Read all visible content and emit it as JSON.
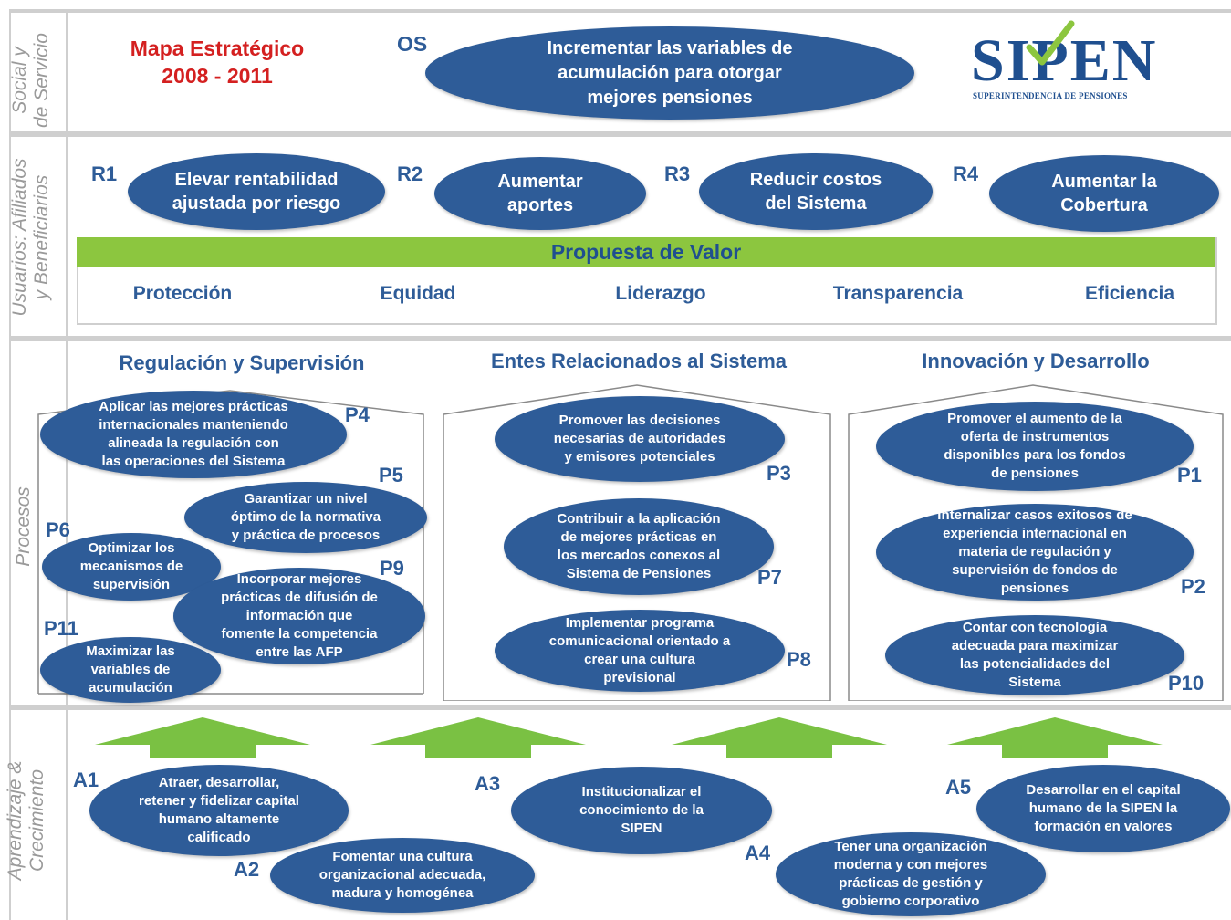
{
  "band_labels": {
    "social": [
      "Social y",
      "de Servicio"
    ],
    "usuarios": [
      "Usuarios: Afiliados",
      "y Beneficiarios"
    ],
    "procesos": [
      "Procesos"
    ],
    "aprendizaje": [
      "Aprendizaje &",
      "Crecimiento"
    ]
  },
  "header": {
    "title_line1": "Mapa Estratégico",
    "title_line2": "2008 - 2011",
    "os_code": "OS",
    "os_text": [
      "Incrementar las variables de",
      "acumulación para otorgar",
      "mejores pensiones"
    ],
    "logo_text": "SIPEN",
    "logo_sub": "SUPERINTENDENCIA DE PENSIONES"
  },
  "results": [
    {
      "code": "R1",
      "lines": [
        "Elevar rentabilidad",
        "ajustada por riesgo"
      ]
    },
    {
      "code": "R2",
      "lines": [
        "Aumentar",
        "aportes"
      ]
    },
    {
      "code": "R3",
      "lines": [
        "Reducir costos",
        "del Sistema"
      ]
    },
    {
      "code": "R4",
      "lines": [
        "Aumentar la",
        "Cobertura"
      ]
    }
  ],
  "value_proposition": {
    "title": "Propuesta de Valor",
    "items": [
      "Protección",
      "Equidad",
      "Liderazgo",
      "Transparencia",
      "Eficiencia"
    ]
  },
  "process_sections": [
    "Regulación y Supervisión",
    "Entes Relacionados al Sistema",
    "Innovación y Desarrollo"
  ],
  "processes": {
    "P4": {
      "code": "P4",
      "lines": [
        "Aplicar las mejores prácticas",
        "internacionales manteniendo",
        "alineada la regulación con",
        "las operaciones del Sistema"
      ]
    },
    "P5": {
      "code": "P5",
      "lines": [
        "Garantizar un nivel",
        "óptimo de la normativa",
        "y práctica de procesos"
      ]
    },
    "P6": {
      "code": "P6",
      "lines": [
        "Optimizar los",
        "mecanismos de",
        "supervisión"
      ]
    },
    "P9": {
      "code": "P9",
      "lines": [
        "Incorporar mejores",
        "prácticas de difusión de",
        "información que",
        "fomente la competencia",
        "entre las AFP"
      ]
    },
    "P11": {
      "code": "P11",
      "lines": [
        "Maximizar las",
        "variables de",
        "acumulación"
      ]
    },
    "P3": {
      "code": "P3",
      "lines": [
        "Promover las decisiones",
        "necesarias de autoridades",
        "y emisores potenciales"
      ]
    },
    "P7": {
      "code": "P7",
      "lines": [
        "Contribuir a la aplicación",
        "de mejores prácticas en",
        "los mercados conexos al",
        "Sistema de Pensiones"
      ]
    },
    "P8": {
      "code": "P8",
      "lines": [
        "Implementar programa",
        "comunicacional orientado a",
        "crear una cultura",
        "previsional"
      ]
    },
    "P1": {
      "code": "P1",
      "lines": [
        "Promover el aumento de la",
        "oferta de instrumentos",
        "disponibles para los fondos",
        "de pensiones"
      ]
    },
    "P2": {
      "code": "P2",
      "lines": [
        "Internalizar casos exitosos de",
        "experiencia internacional en",
        "materia de regulación y",
        "supervisión de fondos de",
        "pensiones"
      ]
    },
    "P10": {
      "code": "P10",
      "lines": [
        "Contar con tecnología",
        "adecuada para maximizar",
        "las potencialidades del",
        "Sistema"
      ]
    }
  },
  "learning": {
    "A1": {
      "code": "A1",
      "lines": [
        "Atraer, desarrollar,",
        "retener y fidelizar capital",
        "humano altamente",
        "calificado"
      ]
    },
    "A2": {
      "code": "A2",
      "lines": [
        "Fomentar una cultura",
        "organizacional adecuada,",
        "madura y homogénea"
      ]
    },
    "A3": {
      "code": "A3",
      "lines": [
        "Institucionalizar el",
        "conocimiento de la",
        "SIPEN"
      ]
    },
    "A4": {
      "code": "A4",
      "lines": [
        "Tener una organización",
        "moderna y con mejores",
        "prácticas  de gestión y",
        "gobierno corporativo"
      ]
    },
    "A5": {
      "code": "A5",
      "lines": [
        "Desarrollar en el capital",
        "humano de la SIPEN la",
        "formación en valores"
      ]
    }
  },
  "colors": {
    "ellipse": "#2e5c98",
    "code_text": "#2e5c98",
    "title_red": "#d42020",
    "value_bar": "#8cc63f",
    "arrow": "#7ac143",
    "separator": "#cfcfcf"
  }
}
